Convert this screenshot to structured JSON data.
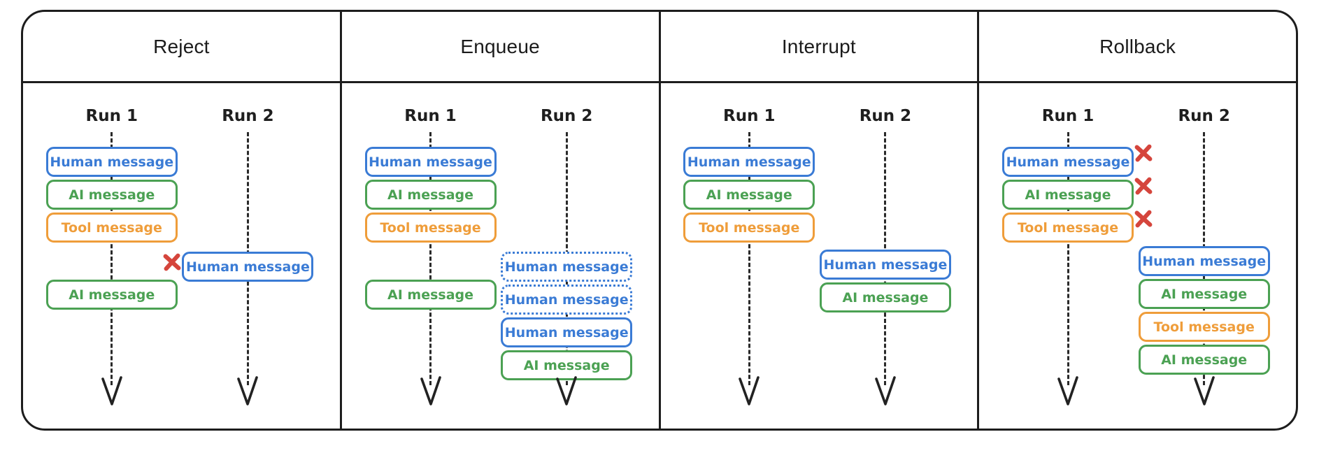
{
  "colors": {
    "human": "#3a7bd5",
    "ai": "#4ba153",
    "tool": "#ef9d3a",
    "x_mark": "#d5453c",
    "line": "#2a2a2a"
  },
  "panels": [
    {
      "id": "reject",
      "title": "Reject",
      "runs": [
        {
          "label": "Run 1",
          "items": [
            {
              "type": "message",
              "variant": "human",
              "label": "Human message"
            },
            {
              "type": "message",
              "variant": "ai",
              "label": "AI message"
            },
            {
              "type": "message",
              "variant": "tool",
              "label": "Tool message"
            },
            {
              "type": "gap",
              "h": 45
            },
            {
              "type": "message",
              "variant": "ai",
              "label": "AI message"
            }
          ]
        },
        {
          "label": "Run 2",
          "items": [
            {
              "type": "gap",
              "h": 146
            },
            {
              "type": "message",
              "variant": "human",
              "label": "Human message",
              "x_mark": "left"
            }
          ]
        }
      ]
    },
    {
      "id": "enqueue",
      "title": "Enqueue",
      "runs": [
        {
          "label": "Run 1",
          "items": [
            {
              "type": "message",
              "variant": "human",
              "label": "Human message"
            },
            {
              "type": "message",
              "variant": "ai",
              "label": "AI message"
            },
            {
              "type": "message",
              "variant": "tool",
              "label": "Tool message"
            },
            {
              "type": "gap",
              "h": 45
            },
            {
              "type": "message",
              "variant": "ai",
              "label": "AI message"
            }
          ]
        },
        {
          "label": "Run 2",
          "items": [
            {
              "type": "gap",
              "h": 146
            },
            {
              "type": "message",
              "variant": "human",
              "label": "Human message",
              "border": "dotted"
            },
            {
              "type": "message",
              "variant": "human",
              "label": "Human message",
              "border": "dotted"
            },
            {
              "type": "message",
              "variant": "human",
              "label": "Human message"
            },
            {
              "type": "message",
              "variant": "ai",
              "label": "AI message"
            }
          ]
        }
      ]
    },
    {
      "id": "interrupt",
      "title": "Interrupt",
      "runs": [
        {
          "label": "Run 1",
          "items": [
            {
              "type": "message",
              "variant": "human",
              "label": "Human message"
            },
            {
              "type": "message",
              "variant": "ai",
              "label": "AI message"
            },
            {
              "type": "message",
              "variant": "tool",
              "label": "Tool message"
            }
          ]
        },
        {
          "label": "Run 2",
          "items": [
            {
              "type": "gap",
              "h": 143
            },
            {
              "type": "message",
              "variant": "human",
              "label": "Human message"
            },
            {
              "type": "message",
              "variant": "ai",
              "label": "AI message"
            }
          ]
        }
      ]
    },
    {
      "id": "rollback",
      "title": "Rollback",
      "runs": [
        {
          "label": "Run 1",
          "items": [
            {
              "type": "message",
              "variant": "human",
              "label": "Human message",
              "x_mark": "right"
            },
            {
              "type": "message",
              "variant": "ai",
              "label": "AI message",
              "x_mark": "right"
            },
            {
              "type": "message",
              "variant": "tool",
              "label": "Tool message",
              "x_mark": "right"
            }
          ]
        },
        {
          "label": "Run 2",
          "items": [
            {
              "type": "gap",
              "h": 138
            },
            {
              "type": "message",
              "variant": "human",
              "label": "Human message"
            },
            {
              "type": "message",
              "variant": "ai",
              "label": "AI message"
            },
            {
              "type": "message",
              "variant": "tool",
              "label": "Tool message"
            },
            {
              "type": "message",
              "variant": "ai",
              "label": "AI message"
            }
          ]
        }
      ]
    }
  ]
}
